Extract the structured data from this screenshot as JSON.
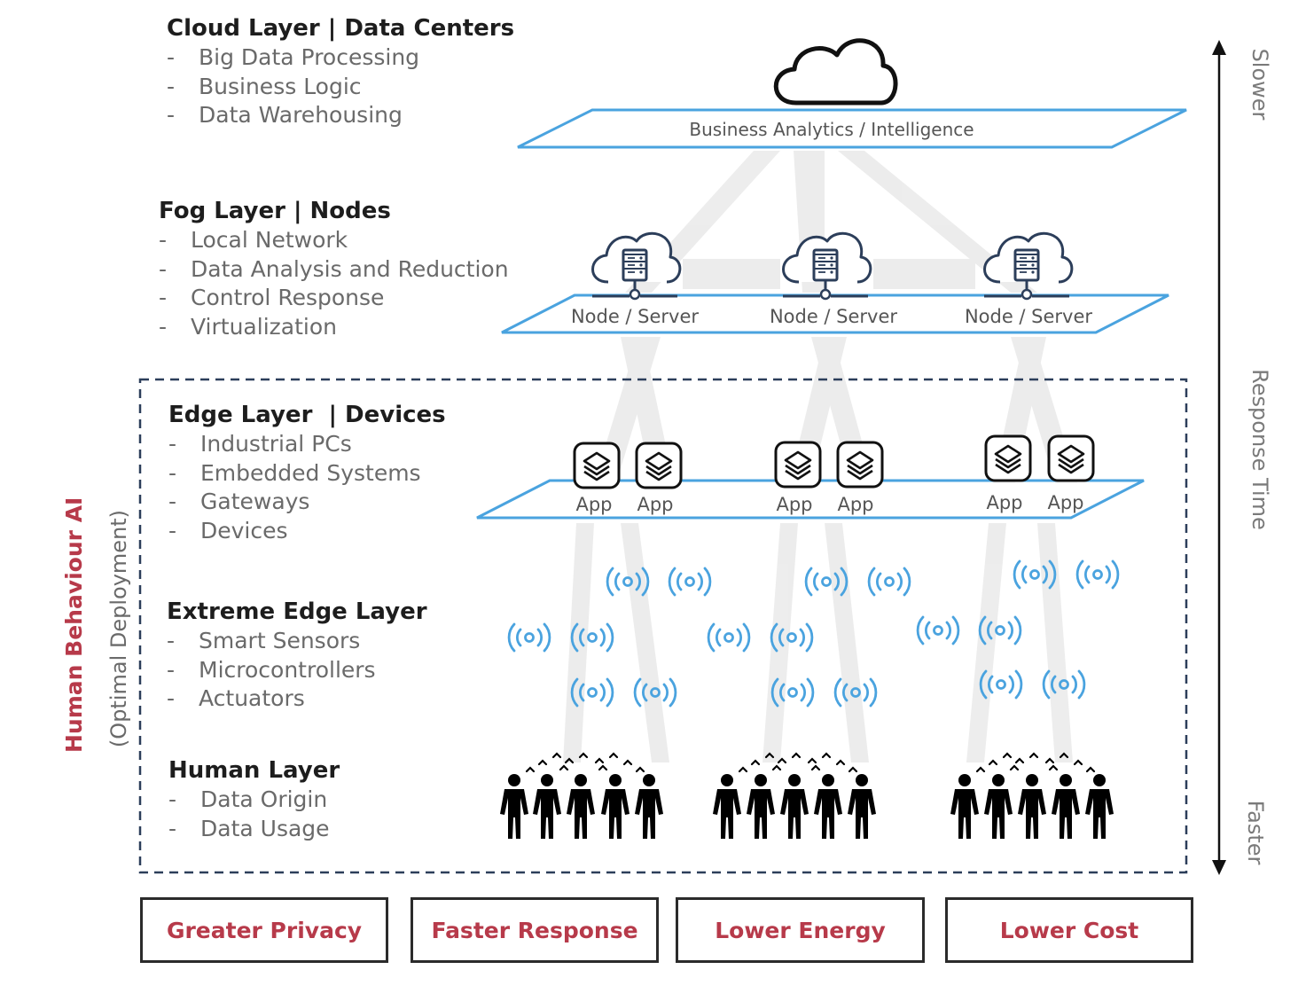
{
  "layers": [
    {
      "title": "Cloud Layer | Data Centers",
      "items": [
        "Big Data Processing",
        "Business Logic",
        "Data Warehousing"
      ]
    },
    {
      "title": "Fog Layer | Nodes",
      "items": [
        "Local Network",
        "Data Analysis and Reduction",
        "Control Response",
        "Virtualization"
      ]
    },
    {
      "title": "Edge Layer  | Devices",
      "items": [
        "Industrial PCs",
        "Embedded Systems",
        "Gateways",
        "Devices"
      ]
    },
    {
      "title": "Extreme Edge Layer",
      "items": [
        "Smart Sensors",
        "Microcontrollers",
        "Actuators"
      ]
    },
    {
      "title": "Human Layer",
      "items": [
        "Data Origin",
        "Data Usage"
      ]
    }
  ],
  "item_prefix": "-",
  "planes": {
    "cloud_label": "Business Analytics / Intelligence",
    "node_label": "Node / Server",
    "app_label": "App"
  },
  "side": {
    "human_ai": "Human Behaviour AI",
    "optimal": "(Optimal Deployment)",
    "slower": "Slower",
    "response_time": "Response Time",
    "faster": "Faster"
  },
  "benefits": [
    "Greater Privacy",
    "Faster Response",
    "Lower Energy",
    "Lower Cost"
  ],
  "icons": {
    "cloud": "cloud-icon",
    "server": "cloud-server-icon",
    "app": "app-layers-icon",
    "sensor": "wireless-sensor-icon",
    "people": "people-group-icon"
  },
  "colors": {
    "plane_stroke": "#4aa3df",
    "sensor": "#4aa3df",
    "accent_red": "#b73a4a",
    "dashed_border": "#2c3e5a",
    "beam": "#ececec"
  }
}
